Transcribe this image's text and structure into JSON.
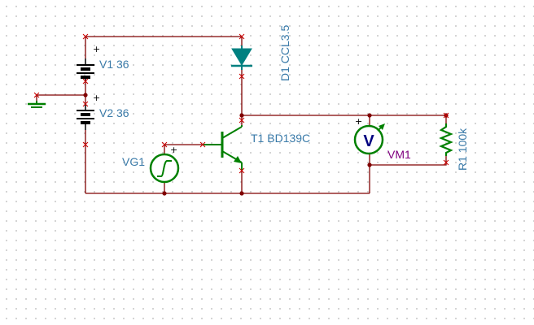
{
  "components": {
    "v1": {
      "label": "V1 36"
    },
    "v2": {
      "label": "V2 36"
    },
    "d1": {
      "label": "D1 CCL3.5"
    },
    "t1": {
      "label": "T1 BD139C"
    },
    "vg1": {
      "label": "VG1"
    },
    "vm1": {
      "label": "VM1",
      "symbol": "V"
    },
    "r1": {
      "label": "R1 100k"
    }
  },
  "colors": {
    "wire": "#800000",
    "component_green": "#008000",
    "diode_teal": "#008080",
    "label_blue": "#3a7aa8",
    "label_purple": "#800080",
    "pin_red": "#cc0000"
  },
  "polarity_mark": "+"
}
